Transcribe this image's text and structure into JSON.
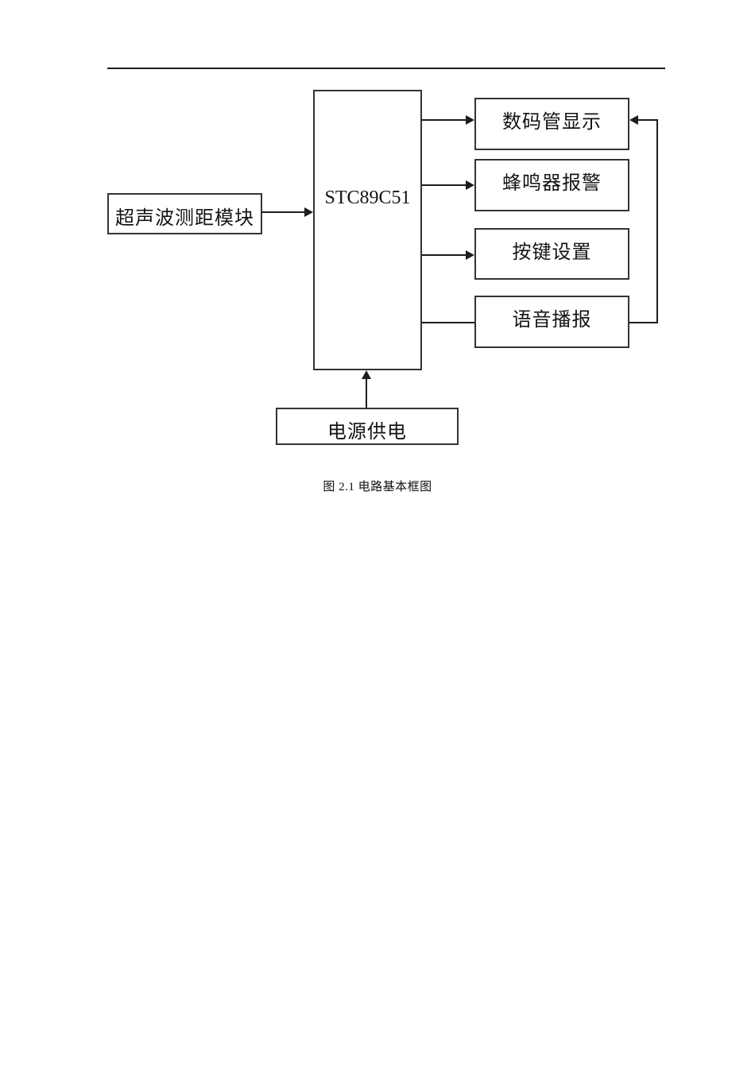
{
  "page": {
    "background": "#ffffff",
    "caption": "图 2.1 电路基本框图"
  },
  "diagram": {
    "line_color": "#1c1c1c",
    "border_color": "#333333",
    "nodes": {
      "ultrasonic": {
        "label": "超声波测距模块"
      },
      "mcu": {
        "label": "STC89C51"
      },
      "display": {
        "label": "数码管显示"
      },
      "buzzer": {
        "label": "蜂鸣器报警"
      },
      "keypad": {
        "label": "按键设置"
      },
      "voice": {
        "label": "语音播报"
      },
      "power": {
        "label": "电源供电"
      }
    },
    "connections": [
      {
        "from": "ultrasonic",
        "to": "mcu",
        "style": "arrow"
      },
      {
        "from": "mcu",
        "to": "display",
        "style": "arrow"
      },
      {
        "from": "mcu",
        "to": "buzzer",
        "style": "arrow"
      },
      {
        "from": "mcu",
        "to": "keypad",
        "style": "arrow"
      },
      {
        "from": "mcu",
        "to": "voice",
        "style": "plain-line"
      },
      {
        "from": "voice",
        "to": "display",
        "style": "arrow",
        "route": "right-side-loop"
      },
      {
        "from": "power",
        "to": "mcu",
        "style": "arrow"
      }
    ]
  }
}
